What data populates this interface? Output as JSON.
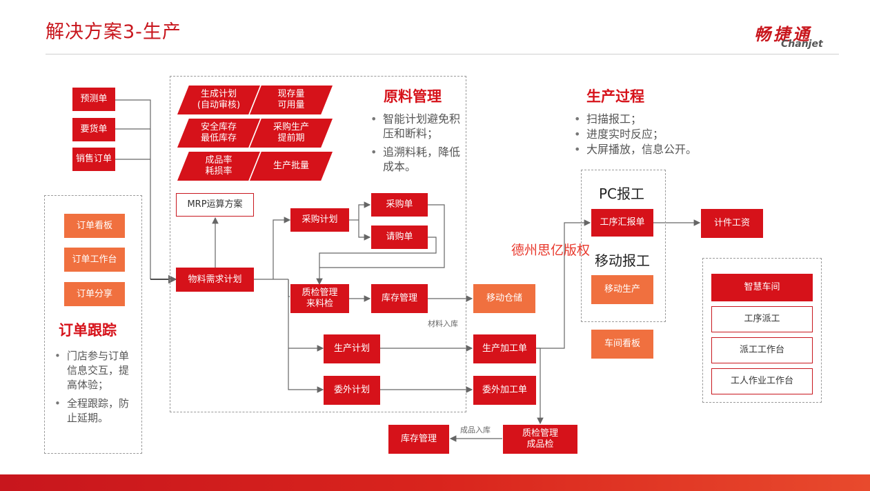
{
  "header": {
    "title": "解决方案3-生产",
    "logo_cn": "畅捷通",
    "logo_en": "Chanjet"
  },
  "sources": {
    "forecast": "预测单",
    "request": "要货单",
    "sales_order": "销售订单"
  },
  "order_tracking": {
    "items": [
      "订单看板",
      "订单工作台",
      "订单分享"
    ],
    "heading": "订单跟踪",
    "bullets": [
      "门店参与订单信息交互，提高体验；",
      "全程跟踪，防止延期。"
    ]
  },
  "material": {
    "features": [
      "生成计划\n(自动审核)",
      "现存量\n可用量",
      "安全库存\n最低库存",
      "采购生产\n提前期",
      "成品率\n耗损率",
      "生产批量"
    ],
    "heading": "原料管理",
    "bullets": [
      "智能计划避免积压和断料；",
      "追溯料耗，降低成本。"
    ]
  },
  "flow": {
    "mrp": "MRP运算方案",
    "demand_plan": "物料需求计划",
    "purchase_plan": "采购计划",
    "purchase_order": "采购单",
    "request_order": "请购单",
    "qc_incoming": "质检管理\n来料检",
    "inventory": "库存管理",
    "mobile_storage": "移动仓储",
    "material_in": "材料入库",
    "production_plan": "生产计划",
    "outsource_plan": "委外计划",
    "production_order": "生产加工单",
    "outsource_order": "委外加工单",
    "qc_finished": "质检管理\n成品检",
    "inventory2": "库存管理",
    "finished_in": "成品入库"
  },
  "production_process": {
    "heading": "生产过程",
    "bullets": [
      "扫描报工；",
      "进度实时反应；",
      "大屏播放，信息公开。"
    ]
  },
  "reporting": {
    "pc_label": "PC报工",
    "process_report": "工序汇报单",
    "mobile_label": "移动报工",
    "mobile_production": "移动生产",
    "workshop_board": "车间看板",
    "piece_wage": "计件工资"
  },
  "workshop": {
    "smart": "智慧车间",
    "items": [
      "工序派工",
      "派工工作台",
      "工人作业工作台"
    ]
  },
  "watermark": "德州思亿版权",
  "colors": {
    "red": "#d6121a",
    "orange": "#f0703f",
    "line": "#666666"
  }
}
